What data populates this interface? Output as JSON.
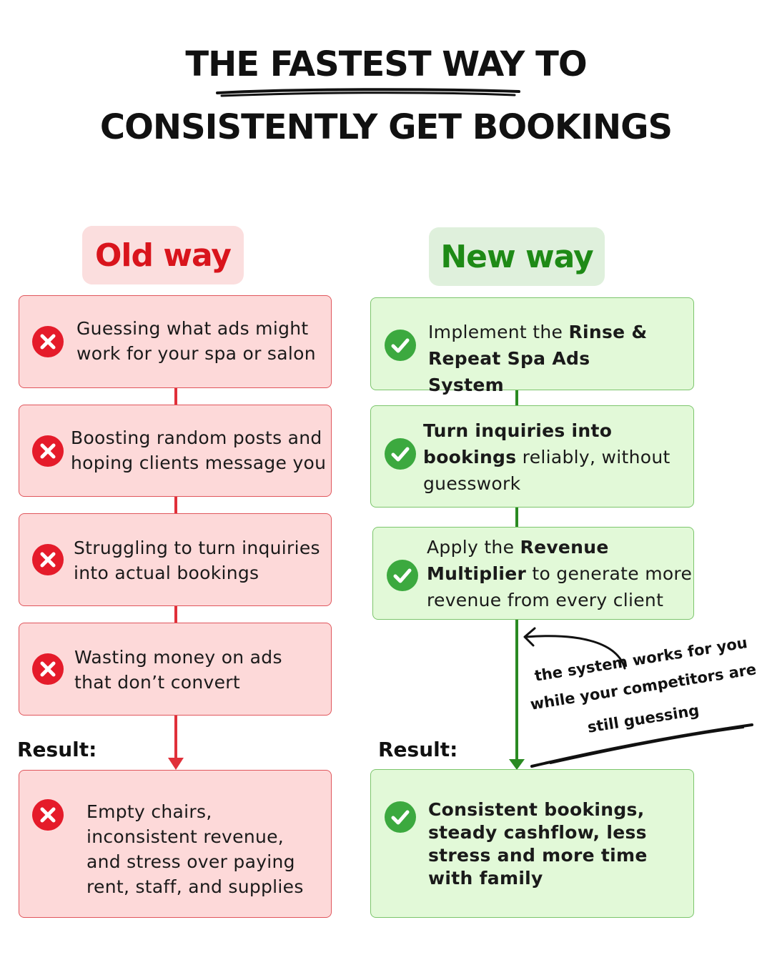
{
  "title": {
    "line1": "THE FASTEST WAY TO",
    "line2": "CONSISTENTLY GET BOOKINGS"
  },
  "old": {
    "label": "Old way",
    "items": [
      "Guessing what ads might work for your spa or salon",
      "Boosting random posts and hoping clients message you",
      "Struggling to turn inquiries into actual bookings",
      "Wasting money on ads that don’t convert"
    ],
    "result_label": "Result:",
    "result": "Empty chairs, inconsistent revenue, and stress over paying rent, staff, and supplies"
  },
  "new": {
    "label": "New way",
    "items": [
      {
        "a": "Implement the ",
        "b": "Rinse & Repeat Spa Ads System",
        "c": ""
      },
      {
        "a": "",
        "b": "Turn inquiries into bookings",
        "c": " reliably, without guesswork"
      },
      {
        "a": "Apply the ",
        "b": "Revenue Multiplier",
        "c": " to generate more revenue from every client"
      }
    ],
    "result_label": "Result:",
    "result": "Consistent bookings, steady cashflow, less stress and more time with family"
  },
  "annotation": {
    "line1": "the system works for you",
    "line2": "while your competitors are",
    "line3": "still guessing"
  },
  "colors": {
    "red": "#e51b2a",
    "green": "#3ca93f",
    "red_box": "#fdd9d9",
    "green_box": "#e2f9d8"
  },
  "icons": {
    "old": "x-circle-icon",
    "new": "check-circle-icon"
  }
}
